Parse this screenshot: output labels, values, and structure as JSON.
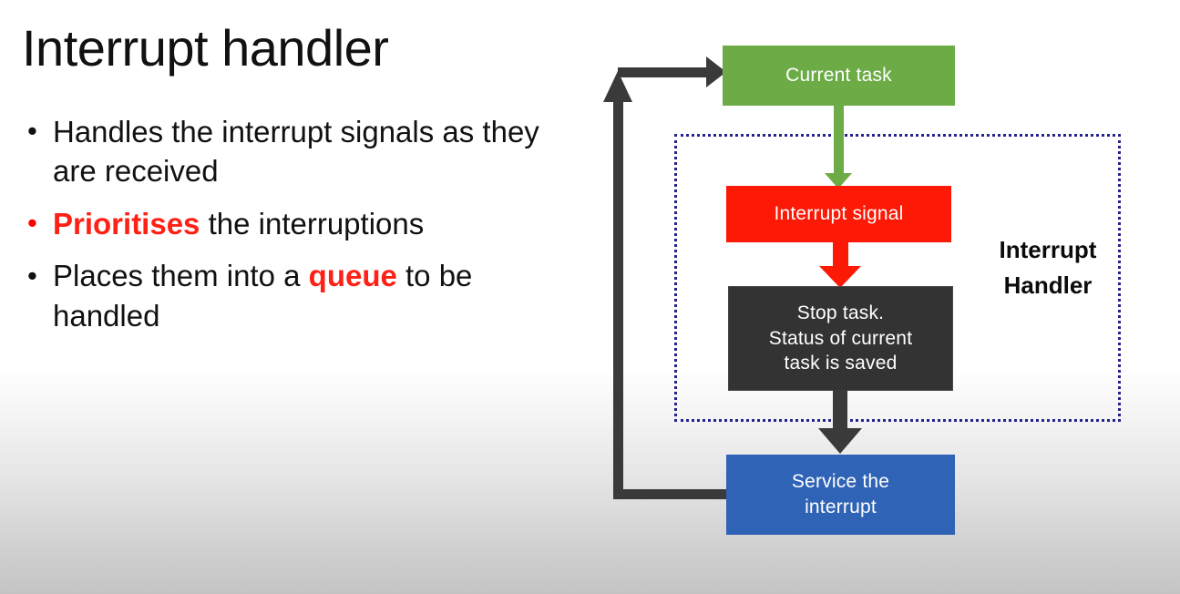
{
  "slide": {
    "title": "Interrupt handler",
    "bullets": [
      {
        "id": "bullet-handles",
        "marker": "•",
        "accent": false,
        "parts": [
          {
            "text": "Handles the interrupt signals as they are received",
            "highlight": false
          }
        ]
      },
      {
        "id": "bullet-prioritises",
        "marker": "•",
        "accent": true,
        "parts": [
          {
            "text": "Prioritises",
            "highlight": true
          },
          {
            "text": " the interruptions",
            "highlight": false
          }
        ]
      },
      {
        "id": "bullet-queue",
        "marker": "•",
        "accent": false,
        "parts": [
          {
            "text": "Places them into a ",
            "highlight": false
          },
          {
            "text": "queue",
            "highlight": true
          },
          {
            "text": " to be handled",
            "highlight": false
          }
        ]
      }
    ]
  },
  "diagram": {
    "region_label": "Interrupt\nHandler",
    "region_label_line1": "Interrupt",
    "region_label_line2": "Handler",
    "nodes": {
      "current_task": "Current task",
      "interrupt_signal": "Interrupt signal",
      "stop_task_line1": "Stop task.",
      "stop_task_line2": "Status of current",
      "stop_task_line3": "task is saved",
      "service_line1": "Service the",
      "service_line2": "interrupt"
    }
  },
  "colors": {
    "green": "#6cab46",
    "red": "#fc1905",
    "dark": "#333333",
    "blue": "#2f63b5",
    "dotted_border": "#26248c",
    "accent_text": "#ff2016",
    "arrow_dark": "#3a3a3a",
    "background_top": "#ffffff",
    "background_bottom": "#c4c4c4"
  }
}
